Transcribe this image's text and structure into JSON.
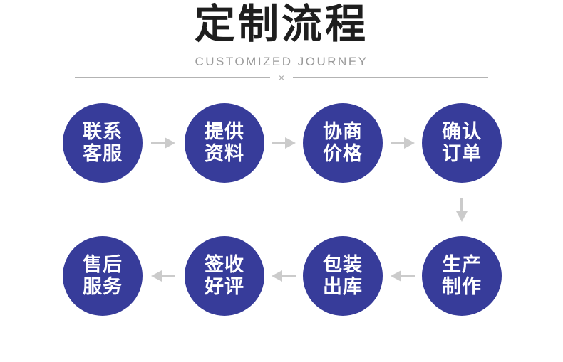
{
  "header": {
    "title": "定制流程",
    "subtitle": "CUSTOMIZED JOURNEY",
    "divider_mark": "×"
  },
  "colors": {
    "circle_fill": "#373c9a",
    "circle_text": "#ffffff",
    "title_text": "#1e1e1e",
    "subtitle_text": "#9a9a9a",
    "arrow": "#cbcbcb",
    "divider_line": "#b3b3b3",
    "divider_mark": "#a6a6a6"
  },
  "flow": {
    "steps": [
      {
        "line1": "联系",
        "line2": "客服"
      },
      {
        "line1": "提供",
        "line2": "资料"
      },
      {
        "line1": "协商",
        "line2": "价格"
      },
      {
        "line1": "确认",
        "line2": "订单"
      },
      {
        "line1": "生产",
        "line2": "制作"
      },
      {
        "line1": "包装",
        "line2": "出库"
      },
      {
        "line1": "签收",
        "line2": "好评"
      },
      {
        "line1": "售后",
        "line2": "服务"
      }
    ]
  }
}
